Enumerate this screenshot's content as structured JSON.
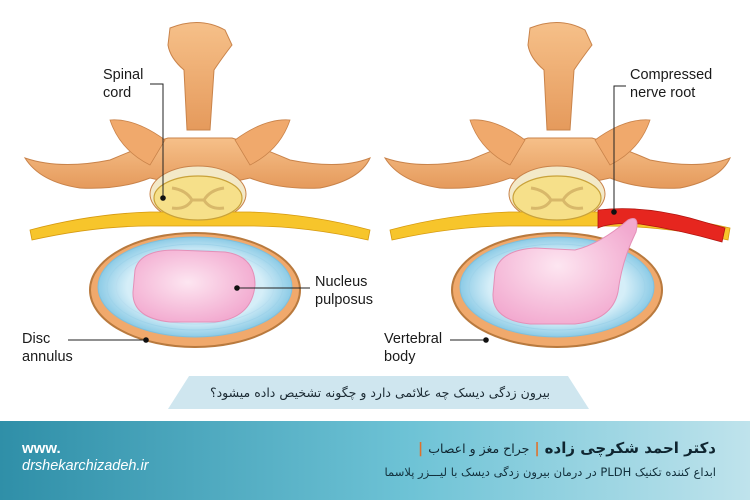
{
  "labels": {
    "spinal_cord": [
      "Spinal",
      "cord"
    ],
    "compressed_nerve_root": [
      "Compressed",
      "nerve root"
    ],
    "nucleus_pulposus": [
      "Nucleus",
      "pulposus"
    ],
    "disc_annulus": [
      "Disc",
      "annulus"
    ],
    "vertebral_body": [
      "Vertebral",
      "body"
    ]
  },
  "question": "بیرون زدگی دیسک چه علائمی دارد و چگونه تشخیص داده میشود؟",
  "footer": {
    "www": "www.",
    "domain": "drshekarchizadeh.ir",
    "doctor_name": "دکتر احمد شکرچی زاده",
    "doctor_title": "جراح مغز و اعصاب",
    "tagline": "ابداع کننده تکنیک PLDH در درمان بیرون زدگی دیسک با لیـــزر پلاسما"
  },
  "colors": {
    "bone": "#f3b27a",
    "disc_annulus": "#a9dcef",
    "nucleus": "#f7c3dd",
    "spinal_cord": "#f6e08a",
    "compressed_nerve": "#e6261f"
  }
}
